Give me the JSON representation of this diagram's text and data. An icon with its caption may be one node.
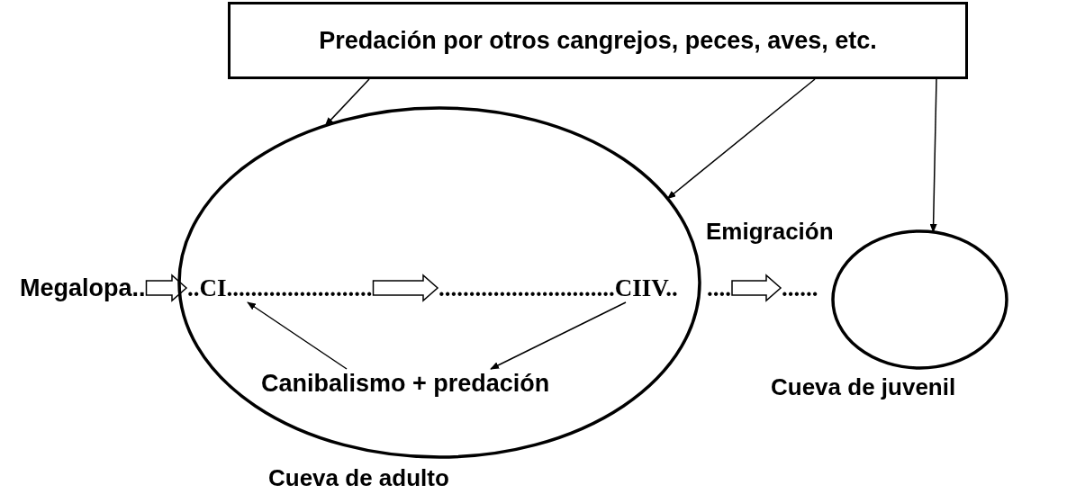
{
  "diagram": {
    "nodes": [
      {
        "text": [
          "Predación por otros cangrejos, peces, aves, etc."
        ]
      },
      {
        "text": [
          "Cueva de adulto"
        ]
      },
      {
        "text": [
          "Megalopa.."
        ]
      },
      {
        "text": [
          "..CI........................"
        ],
        "in": 1
      },
      {
        "text": [
          ".............................CIIV.."
        ],
        "in": 1
      },
      {
        "text": [
          "...."
        ]
      },
      {
        "text": [
          "......"
        ]
      },
      {
        "text": [
          "Cueva de juvenil"
        ]
      },
      {
        "text": [
          "Canibalismo + predación"
        ],
        "in": 1
      }
    ],
    "edges": [
      {
        "from": 0,
        "to": 1,
        "arrow": "to"
      },
      {
        "from": 0,
        "to": 1,
        "arrow": "to"
      },
      {
        "from": 0,
        "to": 7,
        "arrow": "to"
      },
      {
        "from": 2,
        "to": 3,
        "arrow": "to",
        "style": "thick"
      },
      {
        "from": 3,
        "to": 4,
        "arrow": "to",
        "style": "thick"
      },
      {
        "from": 5,
        "to": 6,
        "arrow": "to",
        "style": "thick",
        "label": "Emigración"
      },
      {
        "from": 8,
        "to": 3,
        "arrow": "to"
      },
      {
        "from": 4,
        "to": 8,
        "arrow": "to"
      }
    ]
  }
}
